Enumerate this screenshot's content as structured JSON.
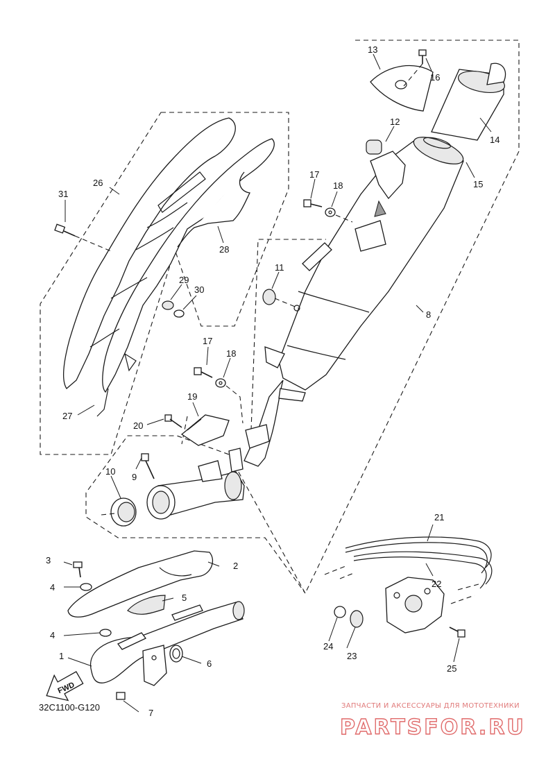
{
  "diagram": {
    "code": "32C1100-G120",
    "fwd_label": "FWD",
    "callouts": [
      "1",
      "2",
      "3",
      "4",
      "4",
      "5",
      "6",
      "7",
      "8",
      "9",
      "10",
      "11",
      "12",
      "13",
      "14",
      "15",
      "16",
      "17",
      "17",
      "18",
      "18",
      "19",
      "20",
      "21",
      "22",
      "23",
      "24",
      "25",
      "26",
      "27",
      "28",
      "29",
      "30",
      "31"
    ]
  },
  "watermark": {
    "tagline": "ЗАПЧАСТИ И АКСЕССУАРЫ ДЛЯ МОТОТЕХНИКИ",
    "brand": "PARTSFOR.RU",
    "color": "#e06a6a"
  }
}
